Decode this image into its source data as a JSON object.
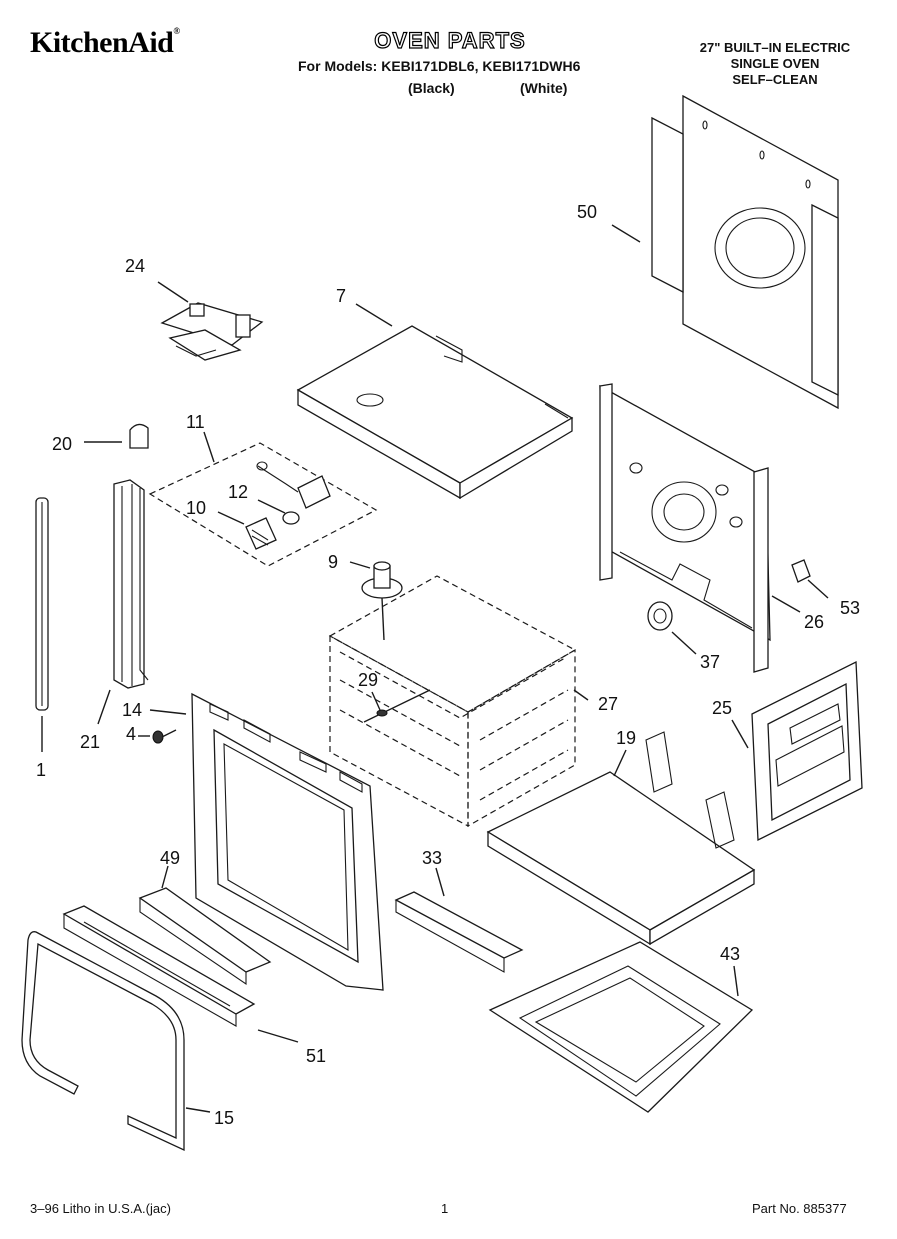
{
  "header": {
    "brand": "KitchenAid",
    "brand_mark": "®",
    "title": "OVEN PARTS",
    "models_line": "For Models: KEBI171DBL6, KEBI171DWH6",
    "variant_black": "(Black)",
    "variant_white": "(White)",
    "spec_lines": [
      "27\" BUILT–IN ELECTRIC",
      "SINGLE OVEN",
      "SELF–CLEAN"
    ]
  },
  "callouts": {
    "p1": "1",
    "p4": "4",
    "p7": "7",
    "p9": "9",
    "p10": "10",
    "p11": "11",
    "p12": "12",
    "p14": "14",
    "p15": "15",
    "p19": "19",
    "p20": "20",
    "p21": "21",
    "p24": "24",
    "p25": "25",
    "p26": "26",
    "p27": "27",
    "p29": "29",
    "p33": "33",
    "p37": "37",
    "p43": "43",
    "p49": "49",
    "p50": "50",
    "p51": "51",
    "p53": "53"
  },
  "footer": {
    "left": "3–96 Litho in U.S.A.(jac)",
    "page": "1",
    "part_no": "Part No. 885377"
  }
}
